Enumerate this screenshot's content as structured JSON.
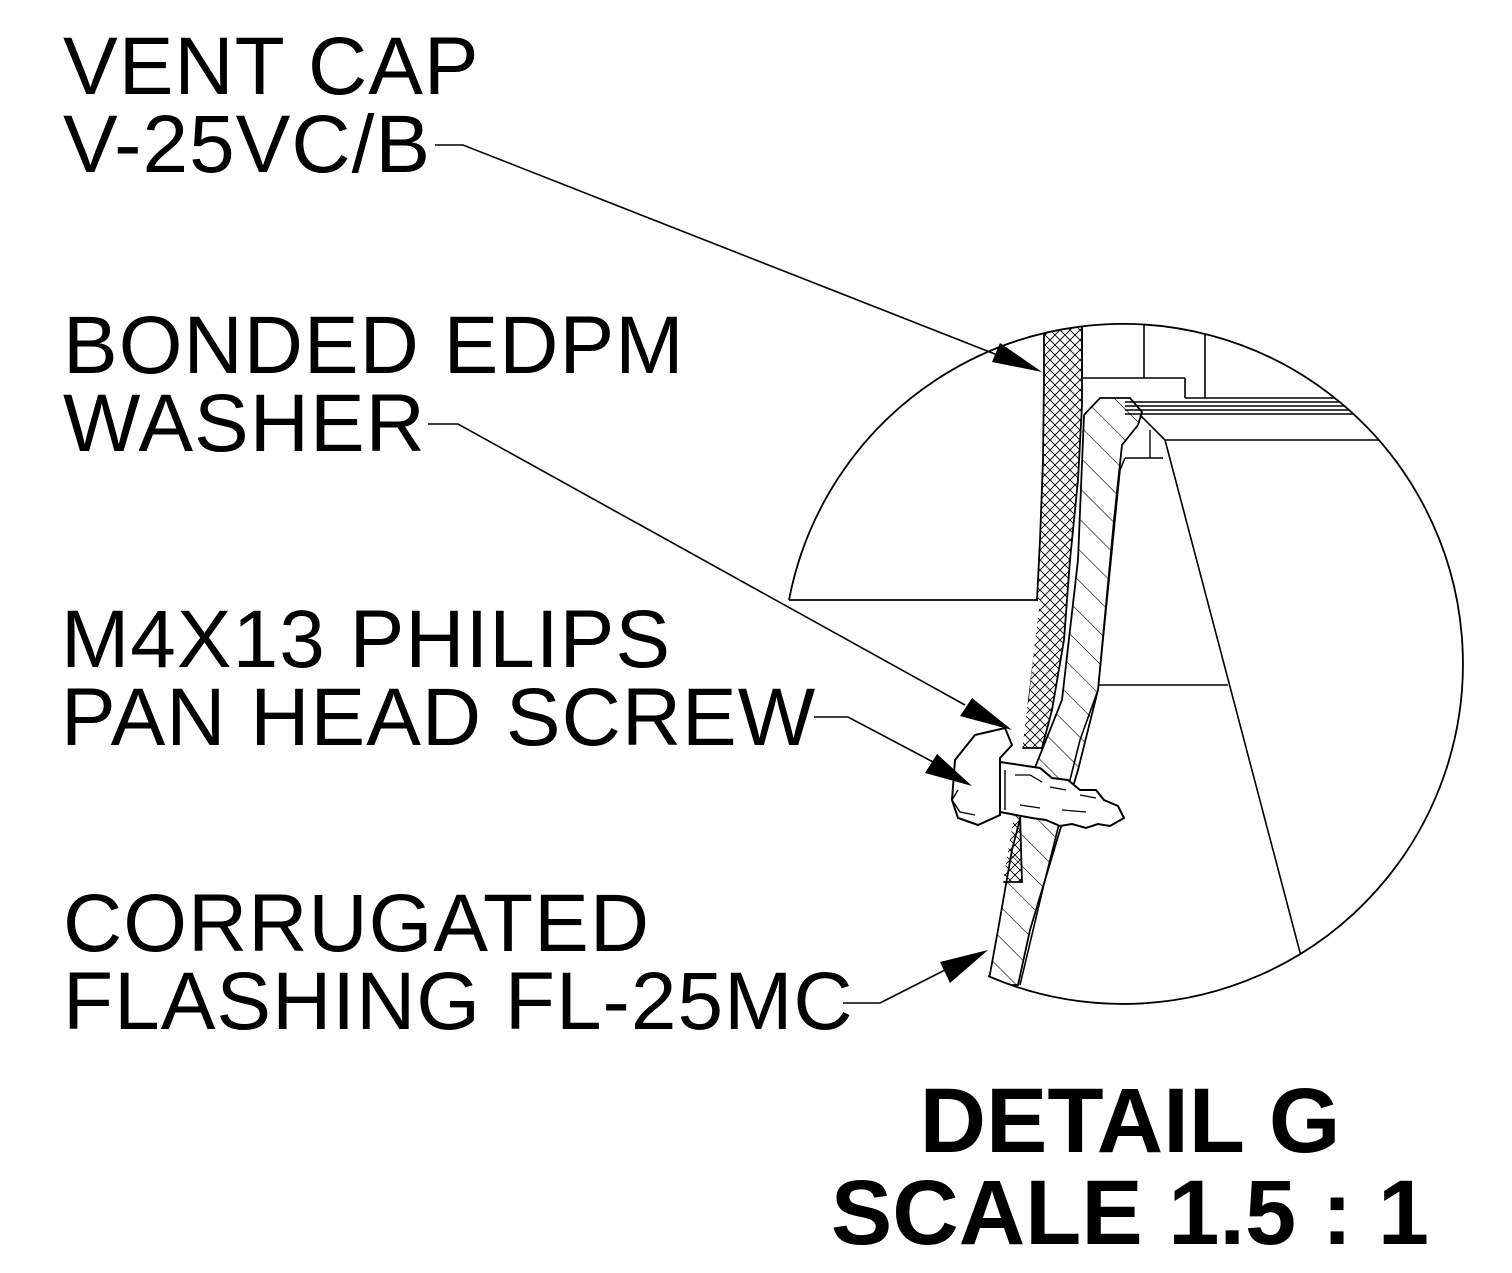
{
  "callouts": {
    "vent_cap": {
      "line1": "VENT CAP",
      "line2": "V-25VC/B"
    },
    "washer": {
      "line1": "BONDED EDPM",
      "line2": "WASHER"
    },
    "screw": {
      "line1": "M4X13 PHILIPS",
      "line2": "PAN HEAD SCREW"
    },
    "flashing": {
      "line1": "CORRUGATED",
      "line2": "FLASHING FL-25MC"
    }
  },
  "detail": {
    "title": "DETAIL G",
    "scale": "SCALE 1.5 : 1"
  },
  "colors": {
    "ink": "#000000",
    "paper": "#ffffff"
  }
}
